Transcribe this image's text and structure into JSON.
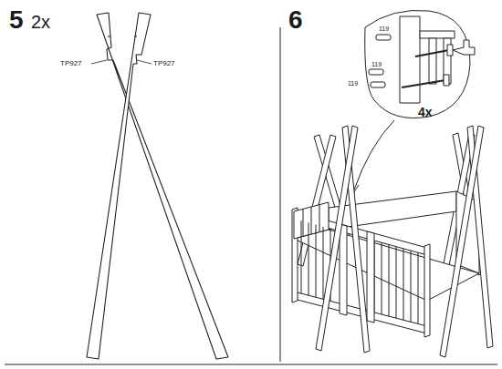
{
  "diagram": {
    "labels": [
      "5",
      "2x",
      "TP927",
      "TP927",
      "6",
      "119",
      "119",
      "119",
      "4x"
    ]
  }
}
